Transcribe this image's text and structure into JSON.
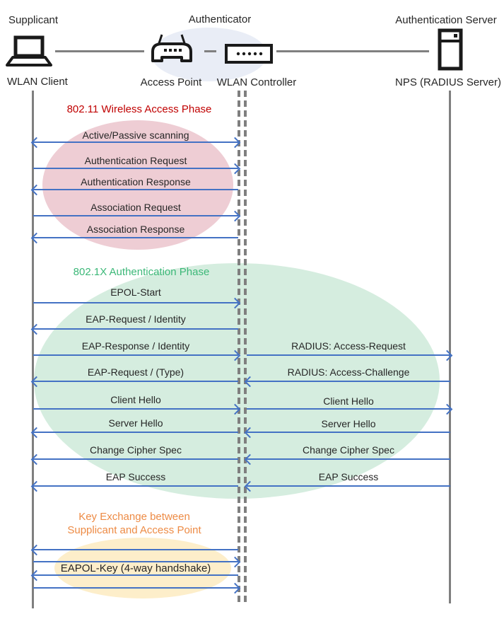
{
  "header": {
    "roles": {
      "supplicant": "Supplicant",
      "authenticator": "Authenticator",
      "auth_server": "Authentication Server"
    },
    "devices": {
      "wlan_client": "WLAN Client",
      "access_point": "Access Point",
      "wlan_controller": "WLAN Controller",
      "nps": "NPS (RADIUS Server)"
    }
  },
  "phase1": {
    "title": "802.11 Wireless Access Phase",
    "messages": [
      {
        "label": "Active/Passive scanning",
        "direction": "both"
      },
      {
        "label": "Authentication Request",
        "direction": "right"
      },
      {
        "label": "Authentication Response",
        "direction": "left"
      },
      {
        "label": "Association Request",
        "direction": "right"
      },
      {
        "label": "Association Response",
        "direction": "left"
      }
    ]
  },
  "phase2": {
    "title": "802.1X Authentication Phase",
    "left": [
      {
        "label": "EPOL-Start",
        "direction": "right"
      },
      {
        "label": "EAP-Request / Identity",
        "direction": "left"
      },
      {
        "label": "EAP-Response / Identity",
        "direction": "right"
      },
      {
        "label": "EAP-Request / (Type)",
        "direction": "left"
      },
      {
        "label": "Client Hello",
        "direction": "right"
      },
      {
        "label": "Server Hello",
        "direction": "left"
      },
      {
        "label": "Change Cipher Spec",
        "direction": "left"
      },
      {
        "label": "EAP Success",
        "direction": "left"
      }
    ],
    "right": [
      {
        "label": "RADIUS: Access-Request",
        "direction": "right"
      },
      {
        "label": "RADIUS: Access-Challenge",
        "direction": "left"
      },
      {
        "label": "Client Hello",
        "direction": "right"
      },
      {
        "label": "Server Hello",
        "direction": "left"
      },
      {
        "label": "Change Cipher Spec",
        "direction": "left"
      },
      {
        "label": "EAP Success",
        "direction": "left"
      }
    ]
  },
  "phase3": {
    "title_line1": "Key Exchange between",
    "title_line2": "Supplicant and Access Point",
    "message": "EAPOL-Key (4-way handshake)"
  },
  "colors": {
    "phase1_title": "#C00000",
    "phase2_title": "#3CB878",
    "phase3_title": "#ED8B45",
    "phase1_fill": "#EECDD4",
    "phase2_fill": "#D5EDDF",
    "phase3_fill": "#FDEECA",
    "authenticator_fill": "#E9EDF6",
    "arrow": "#4472C4",
    "lifeline": "#7F7F7F"
  }
}
